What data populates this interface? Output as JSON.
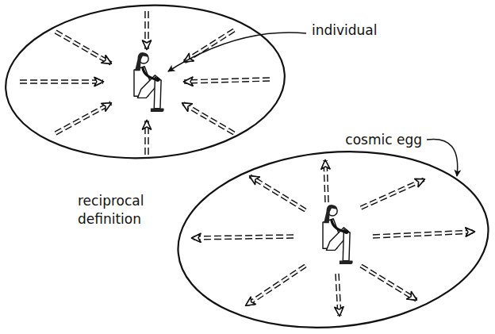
{
  "diagram": {
    "labels": [
      "individual",
      "cosmic egg",
      "reciprocal definition"
    ]
  }
}
